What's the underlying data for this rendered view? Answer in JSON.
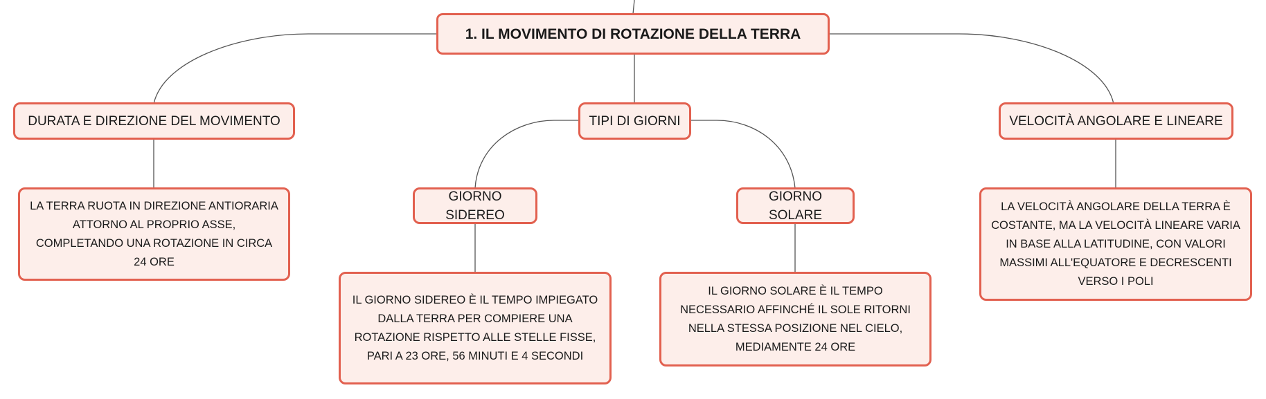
{
  "diagram": {
    "root": {
      "label": "1. IL MOVIMENTO DI ROTAZIONE DELLA TERRA"
    },
    "branches": [
      {
        "label": "DURATA E DIREZIONE DEL MOVIMENTO",
        "children": [
          {
            "label": "LA TERRA RUOTA IN DIREZIONE ANTIORARIA ATTORNO AL PROPRIO ASSE, COMPLETANDO UNA ROTAZIONE IN CIRCA 24 ORE"
          }
        ]
      },
      {
        "label": "TIPI DI GIORNI",
        "children": [
          {
            "label": "GIORNO SIDEREO",
            "children": [
              {
                "label": "IL GIORNO SIDEREO È IL TEMPO IMPIEGATO DALLA TERRA PER COMPIERE UNA ROTAZIONE RISPETTO ALLE STELLE FISSE, PARI A 23 ORE, 56 MINUTI E 4 SECONDI"
              }
            ]
          },
          {
            "label": "GIORNO SOLARE",
            "children": [
              {
                "label": "IL GIORNO SOLARE È IL TEMPO NECESSARIO AFFINCHÉ IL SOLE RITORNI NELLA STESSA POSIZIONE NEL CIELO, MEDIAMENTE 24 ORE"
              }
            ]
          }
        ]
      },
      {
        "label": "VELOCITÀ ANGOLARE E LINEARE",
        "children": [
          {
            "label": "LA VELOCITÀ ANGOLARE DELLA TERRA È COSTANTE, MA LA VELOCITÀ LINEARE VARIA IN BASE ALLA LATITUDINE, CON VALORI MASSIMI ALL'EQUATORE E DECRESCENTI VERSO I POLI"
          }
        ]
      }
    ]
  },
  "colors": {
    "node_border": "#e2604f",
    "node_fill": "#fdeeea",
    "connector": "#555555"
  }
}
